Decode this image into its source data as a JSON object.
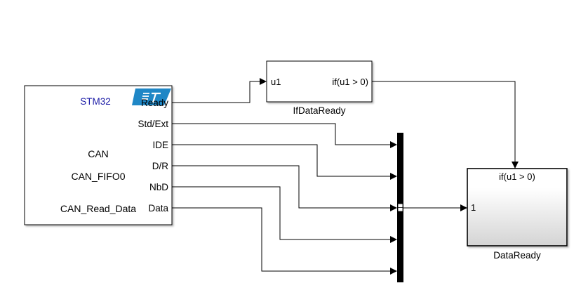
{
  "blocks": {
    "can_read": {
      "name": "CAN_Read_Data",
      "brand": "STM32",
      "line1": "CAN",
      "line2": "CAN_FIFO0",
      "ports": [
        "Ready",
        "Std/Ext",
        "IDE",
        "D/R",
        "NbD",
        "Data"
      ]
    },
    "if_block": {
      "name": "IfDataReady",
      "input_port": "u1",
      "output_port": "if(u1 > 0)"
    },
    "subsystem": {
      "name": "DataReady",
      "action_label": "if(u1 > 0)",
      "input_port": "1"
    }
  },
  "colors": {
    "brand_text": "#1a1aa6",
    "logo": "#1f87c6",
    "line": "#000000",
    "mux": "#000000"
  },
  "icons": {
    "logo": "st-logo-icon"
  }
}
